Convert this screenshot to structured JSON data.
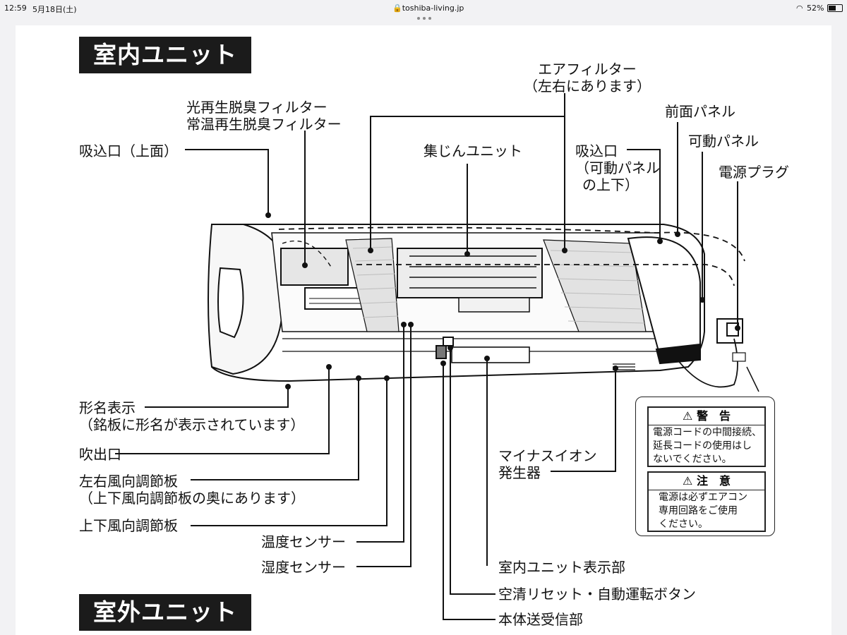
{
  "status_bar": {
    "time": "12:59",
    "date": "5月18日(土)",
    "url": "toshiba-living.jp",
    "battery": "52%",
    "icons": [
      "lock-icon",
      "wifi-icon",
      "battery-icon"
    ]
  },
  "sections": {
    "indoor": "室内ユニット",
    "outdoor": "室外ユニット"
  },
  "labels": {
    "air_filter": "エアフィルター",
    "air_filter_note": "（左右にあります）",
    "deodor_filter_1": "光再生脱臭フィルター",
    "deodor_filter_2": "常温再生脱臭フィルター",
    "intake_top": "吸込口（上面）",
    "dust_unit": "集じんユニット",
    "intake_panel": "吸込口",
    "intake_panel_note_1": "（可動パネル",
    "intake_panel_note_2": "の上下）",
    "front_panel": "前面パネル",
    "movable_panel": "可動パネル",
    "power_plug": "電源プラグ",
    "model_display": "形名表示",
    "model_display_note": "（銘板に形名が表示されています）",
    "outlet": "吹出口",
    "lr_louver": "左右風向調節板",
    "lr_louver_note": "（上下風向調節板の奥にあります）",
    "ud_louver": "上下風向調節板",
    "temp_sensor": "温度センサー",
    "humid_sensor": "湿度センサー",
    "ion_generator_1": "マイナスイオン",
    "ion_generator_2": "発生器",
    "indoor_display": "室内ユニット表示部",
    "reset_button": "空清リセット・自動運転ボタン",
    "receiver": "本体送受信部"
  },
  "warning_box": {
    "title": "⚠ 警　告",
    "lines": [
      "電源コードの中間接続、",
      "延長コードの使用はし",
      "ないでください。"
    ]
  },
  "caution_box": {
    "title": "⚠ 注　意",
    "lines": [
      "電源は必ずエアコン",
      "専用回路をご使用",
      "ください。"
    ]
  }
}
